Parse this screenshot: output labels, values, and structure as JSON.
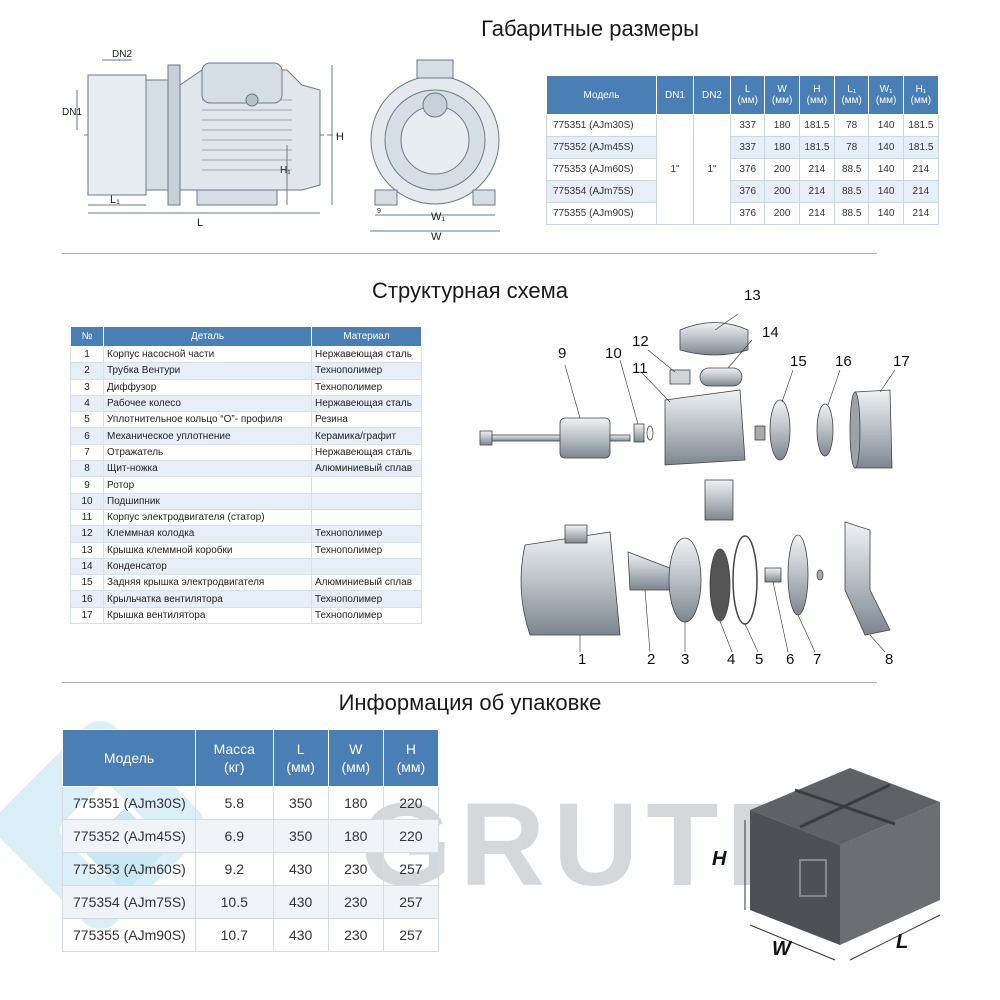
{
  "sections": {
    "dimensions_title": "Габаритные размеры",
    "structure_title": "Структурная схема",
    "packaging_title": "Информация об упаковке"
  },
  "drawing_labels": {
    "dn2": "DN2",
    "dn1": "DN1",
    "l1": "L₁",
    "l": "L",
    "h": "H",
    "h1": "H₁",
    "w1": "W₁",
    "w": "W",
    "small9": "9"
  },
  "dim_table": {
    "headers": [
      "Модель",
      "DN1",
      "DN2",
      "L\n(мм)",
      "W\n(мм)",
      "H\n(мм)",
      "L₁\n(мм)",
      "W₁\n(мм)",
      "H₁\n(мм)"
    ],
    "dn1": "1\"",
    "dn2": "1\"",
    "rows": [
      [
        "775351 (AJm30S)",
        "337",
        "180",
        "181.5",
        "78",
        "140",
        "181.5"
      ],
      [
        "775352 (AJm45S)",
        "337",
        "180",
        "181.5",
        "78",
        "140",
        "181.5"
      ],
      [
        "775353 (AJm60S)",
        "376",
        "200",
        "214",
        "88.5",
        "140",
        "214"
      ],
      [
        "775354 (AJm75S)",
        "376",
        "200",
        "214",
        "88.5",
        "140",
        "214"
      ],
      [
        "775355 (AJm90S)",
        "376",
        "200",
        "214",
        "88.5",
        "140",
        "214"
      ]
    ]
  },
  "parts_table": {
    "headers": [
      "№",
      "Деталь",
      "Материал"
    ],
    "rows": [
      [
        "1",
        "Корпус насосной части",
        "Нержавеющая сталь"
      ],
      [
        "2",
        "Трубка Вентури",
        "Технополимер"
      ],
      [
        "3",
        "Диффузор",
        "Технополимер"
      ],
      [
        "4",
        "Рабочее колесо",
        "Нержавеющая сталь"
      ],
      [
        "5",
        "Уплотнительное кольцо “О”- профиля",
        "Резина"
      ],
      [
        "6",
        "Механическое уплотнение",
        "Керамика/графит"
      ],
      [
        "7",
        "Отражатель",
        "Нержавеющая сталь"
      ],
      [
        "8",
        "Щит-ножка",
        "Алюминиевый сплав"
      ],
      [
        "9",
        "Ротор",
        ""
      ],
      [
        "10",
        "Подшипник",
        ""
      ],
      [
        "11",
        "Корпус электродвигателя (статор)",
        ""
      ],
      [
        "12",
        "Клеммная колодка",
        "Технополимер"
      ],
      [
        "13",
        "Крышка клеммной коробки",
        "Технополимер"
      ],
      [
        "14",
        "Конденсатор",
        ""
      ],
      [
        "15",
        "Задняя крышка электродвигателя",
        "Алюминиевый сплав"
      ],
      [
        "16",
        "Крыльчатка вентилятора",
        "Технополимер"
      ],
      [
        "17",
        "Крышка вентилятора",
        "Технополимер"
      ]
    ]
  },
  "callouts": [
    "1",
    "2",
    "3",
    "4",
    "5",
    "6",
    "7",
    "8",
    "9",
    "10",
    "11",
    "12",
    "13",
    "14",
    "15",
    "16",
    "17"
  ],
  "pack_table": {
    "headers": [
      "Модель",
      "Масса\n(кг)",
      "L\n(мм)",
      "W\n(мм)",
      "H\n(мм)"
    ],
    "rows": [
      [
        "775351 (AJm30S)",
        "5.8",
        "350",
        "180",
        "220"
      ],
      [
        "775352 (AJm45S)",
        "6.9",
        "350",
        "180",
        "220"
      ],
      [
        "775353 (AJm60S)",
        "9.2",
        "430",
        "230",
        "257"
      ],
      [
        "775354 (AJm75S)",
        "10.5",
        "430",
        "230",
        "257"
      ],
      [
        "775355 (AJm90S)",
        "10.7",
        "430",
        "230",
        "257"
      ]
    ]
  },
  "box_labels": {
    "h": "H",
    "w": "W",
    "l": "L"
  },
  "watermark": {
    "text": "GRUTEK"
  },
  "colors": {
    "header_blue": "#4a7fb5",
    "row_alt": "#e6eef7",
    "watermark": "#c8cccf",
    "watermark_logo": "#bfe3f3"
  }
}
